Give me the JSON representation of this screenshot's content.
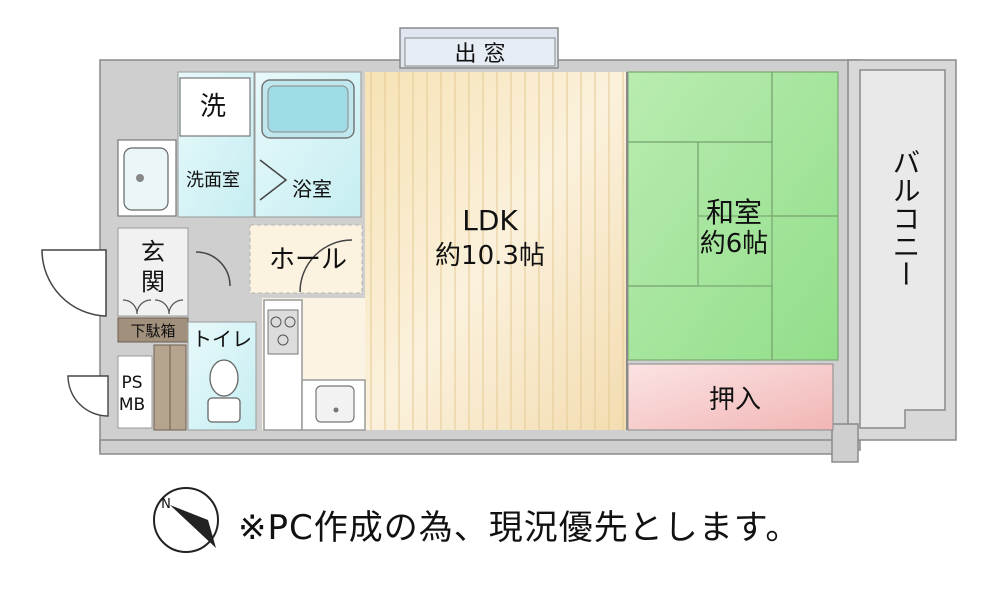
{
  "rooms": {
    "demado": "出 窓",
    "sentaku": "洗",
    "senmenshitsu": "洗面室",
    "yokushitsu": "浴室",
    "genkan": "玄\n関",
    "hall": "ホール",
    "getabako": "下駄箱",
    "toilet": "トイレ",
    "psmb": "PS\nMB",
    "ldk_name": "LDK",
    "ldk_size": "約10.3帖",
    "washitsu_name": "和室",
    "washitsu_size": "約6帖",
    "oshiire": "押入",
    "balcony": "バルコニー"
  },
  "compass": {
    "label": "N"
  },
  "note": "※PC作成の為、現況優先とします。",
  "colors": {
    "wall": "#c8c8c8",
    "wall_edge": "#8a8a8a",
    "wet_area": "#d9f4f6",
    "ldk_floor": "#f2e0b8",
    "washitsu": "#a8e6a0",
    "oshiire": "#f5c7c7",
    "balcony": "#e6e6e6",
    "getabako": "#a0907c",
    "demado": "#dfe6ef"
  }
}
